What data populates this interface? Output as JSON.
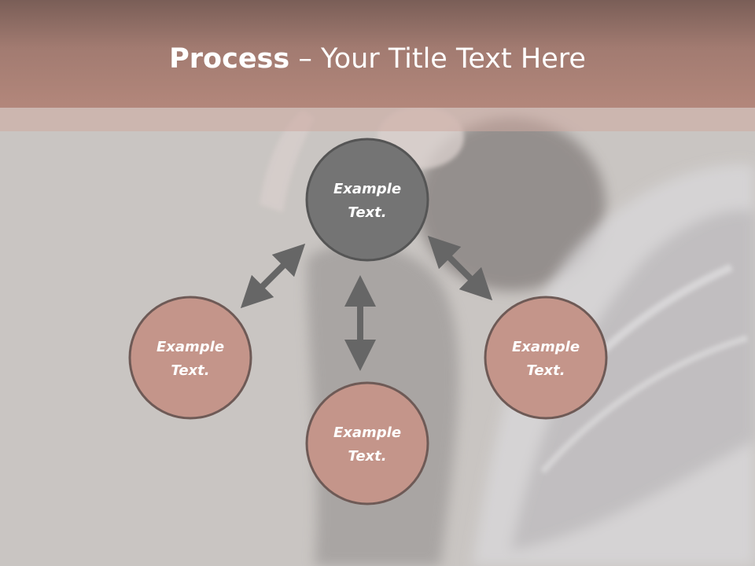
{
  "title": {
    "bold_part": "Process",
    "dash": " – ",
    "rest": "Your Title Text Here"
  },
  "nodes": {
    "top": {
      "line1": "Example",
      "line2": "Text."
    },
    "left": {
      "line1": "Example",
      "line2": "Text."
    },
    "bottom": {
      "line1": "Example",
      "line2": "Text."
    },
    "right": {
      "line1": "Example",
      "line2": "Text."
    }
  },
  "colors": {
    "center_fill": "#747474",
    "outer_fill": "#c4958a",
    "stroke": "#5e5e5e",
    "arrow": "#666666",
    "title_bar": "#a27b71"
  }
}
